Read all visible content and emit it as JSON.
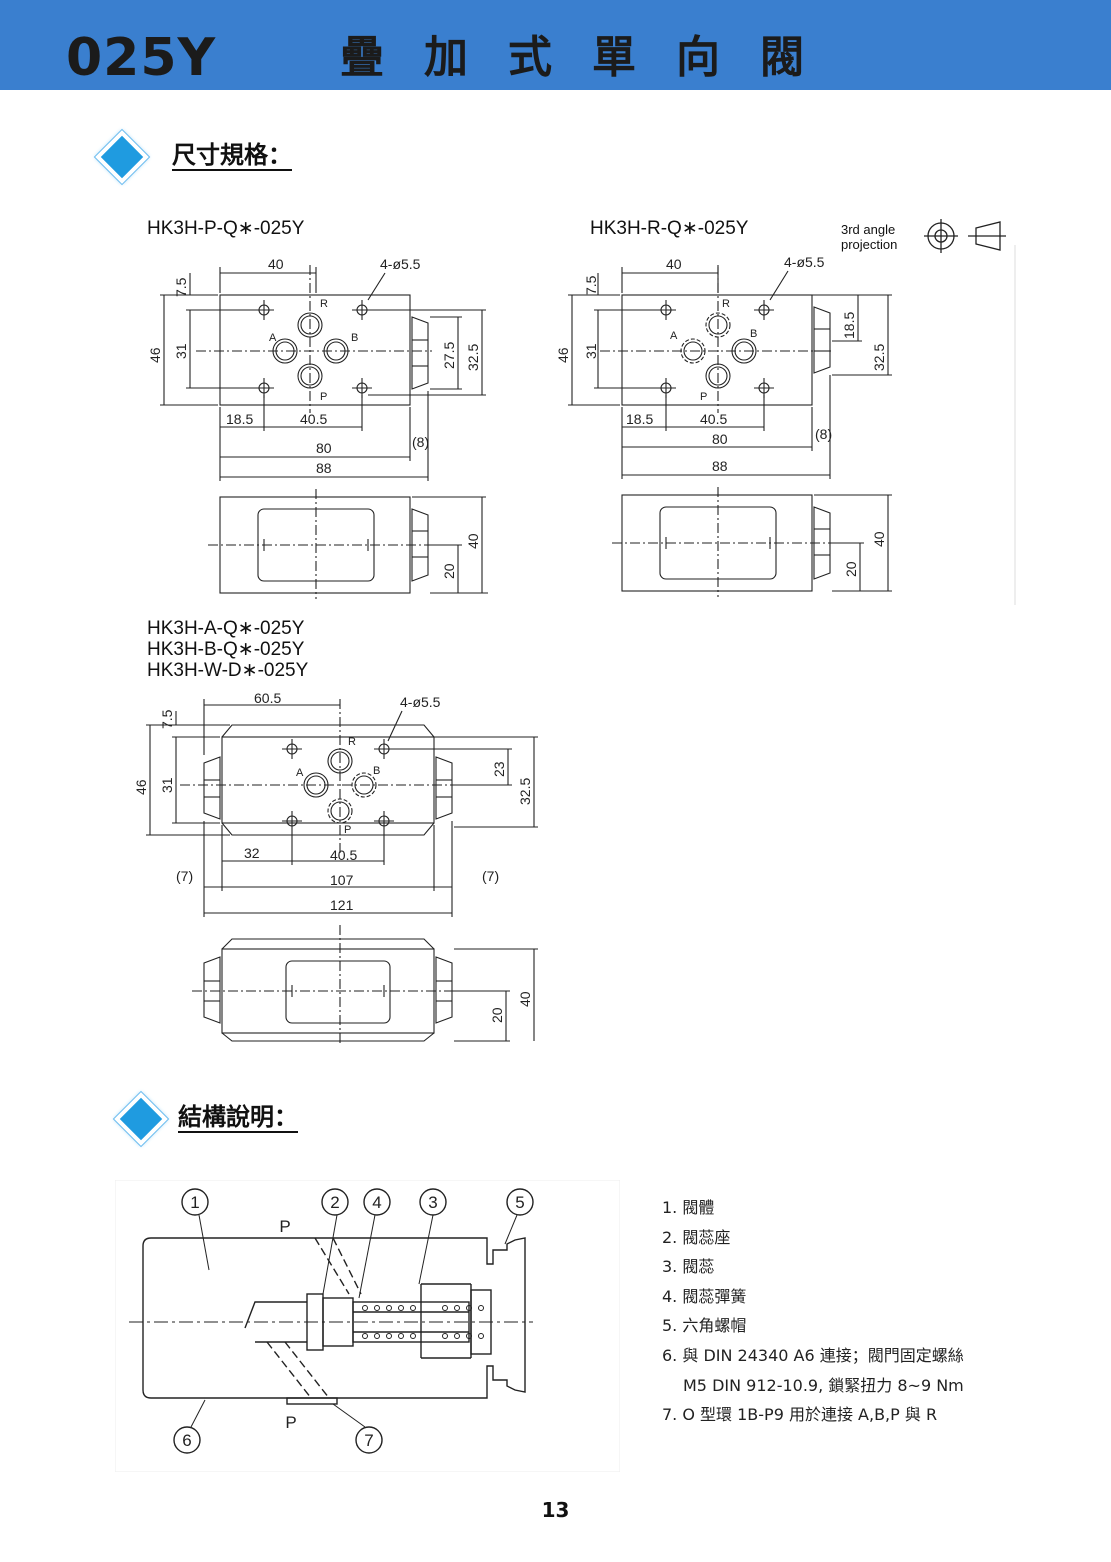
{
  "header": {
    "model": "025Y",
    "title": "疊加式單向閥",
    "color": "#3a7fcf"
  },
  "sections": {
    "dimensions_title": "尺寸規格：",
    "structure_title": "結構說明："
  },
  "drawings": {
    "p_type": {
      "models": [
        "HK3H-P-Q∗-025Y"
      ],
      "dims": {
        "d40": "40",
        "d7_5": "7.5",
        "hole": "4-ø5.5",
        "d46": "46",
        "d31": "31",
        "d27_5": "27.5",
        "d32_5": "32.5",
        "d18_5": "18.5",
        "d40_5": "40.5",
        "d80": "80",
        "d8": "(8)",
        "d88": "88",
        "d20": "20",
        "d40b": "40"
      },
      "ports": {
        "r": "R",
        "a": "A",
        "b": "B",
        "p": "P"
      }
    },
    "r_type": {
      "models": [
        "HK3H-R-Q∗-025Y"
      ],
      "projection": [
        "3rd angle",
        "projection"
      ],
      "dims": {
        "d40": "40",
        "d7_5": "7.5",
        "hole": "4-ø5.5",
        "d46": "46",
        "d31": "31",
        "d18_5r": "18.5",
        "d32_5": "32.5",
        "d18_5": "18.5",
        "d40_5": "40.5",
        "d80": "80",
        "d8": "(8)",
        "d88": "88",
        "d20": "20",
        "d40b": "40"
      },
      "ports": {
        "r": "R",
        "a": "A",
        "b": "B",
        "p": "P"
      }
    },
    "abw_type": {
      "models": [
        "HK3H-A-Q∗-025Y",
        "HK3H-B-Q∗-025Y",
        "HK3H-W-D∗-025Y"
      ],
      "dims": {
        "d60_5": "60.5",
        "d7_5": "7.5",
        "hole": "4-ø5.5",
        "d46": "46",
        "d31": "31",
        "d23": "23",
        "d32_5": "32.5",
        "d32": "32",
        "d40_5": "40.5",
        "d7l": "(7)",
        "d107": "107",
        "d7r": "(7)",
        "d121": "121",
        "d20": "20",
        "d40b": "40"
      },
      "ports": {
        "r": "R",
        "a": "A",
        "b": "B",
        "p": "P"
      }
    },
    "structure": {
      "callouts": [
        "1",
        "2",
        "4",
        "3",
        "5",
        "6",
        "7"
      ],
      "ports": {
        "p_top": "P",
        "p_bottom": "P"
      }
    }
  },
  "parts": [
    "1. 閥體",
    "2. 閥蕊座",
    "3. 閥蕊",
    "4. 閥蕊彈簧",
    "5. 六角螺帽",
    "6. 與 DIN 24340 A6 連接；閥門固定螺絲",
    "M5 DIN 912-10.9, 鎖緊扭力 8~9 Nm",
    "7. O 型環 1B-P9 用於連接 A,B,P 與 R"
  ],
  "page_number": "13"
}
